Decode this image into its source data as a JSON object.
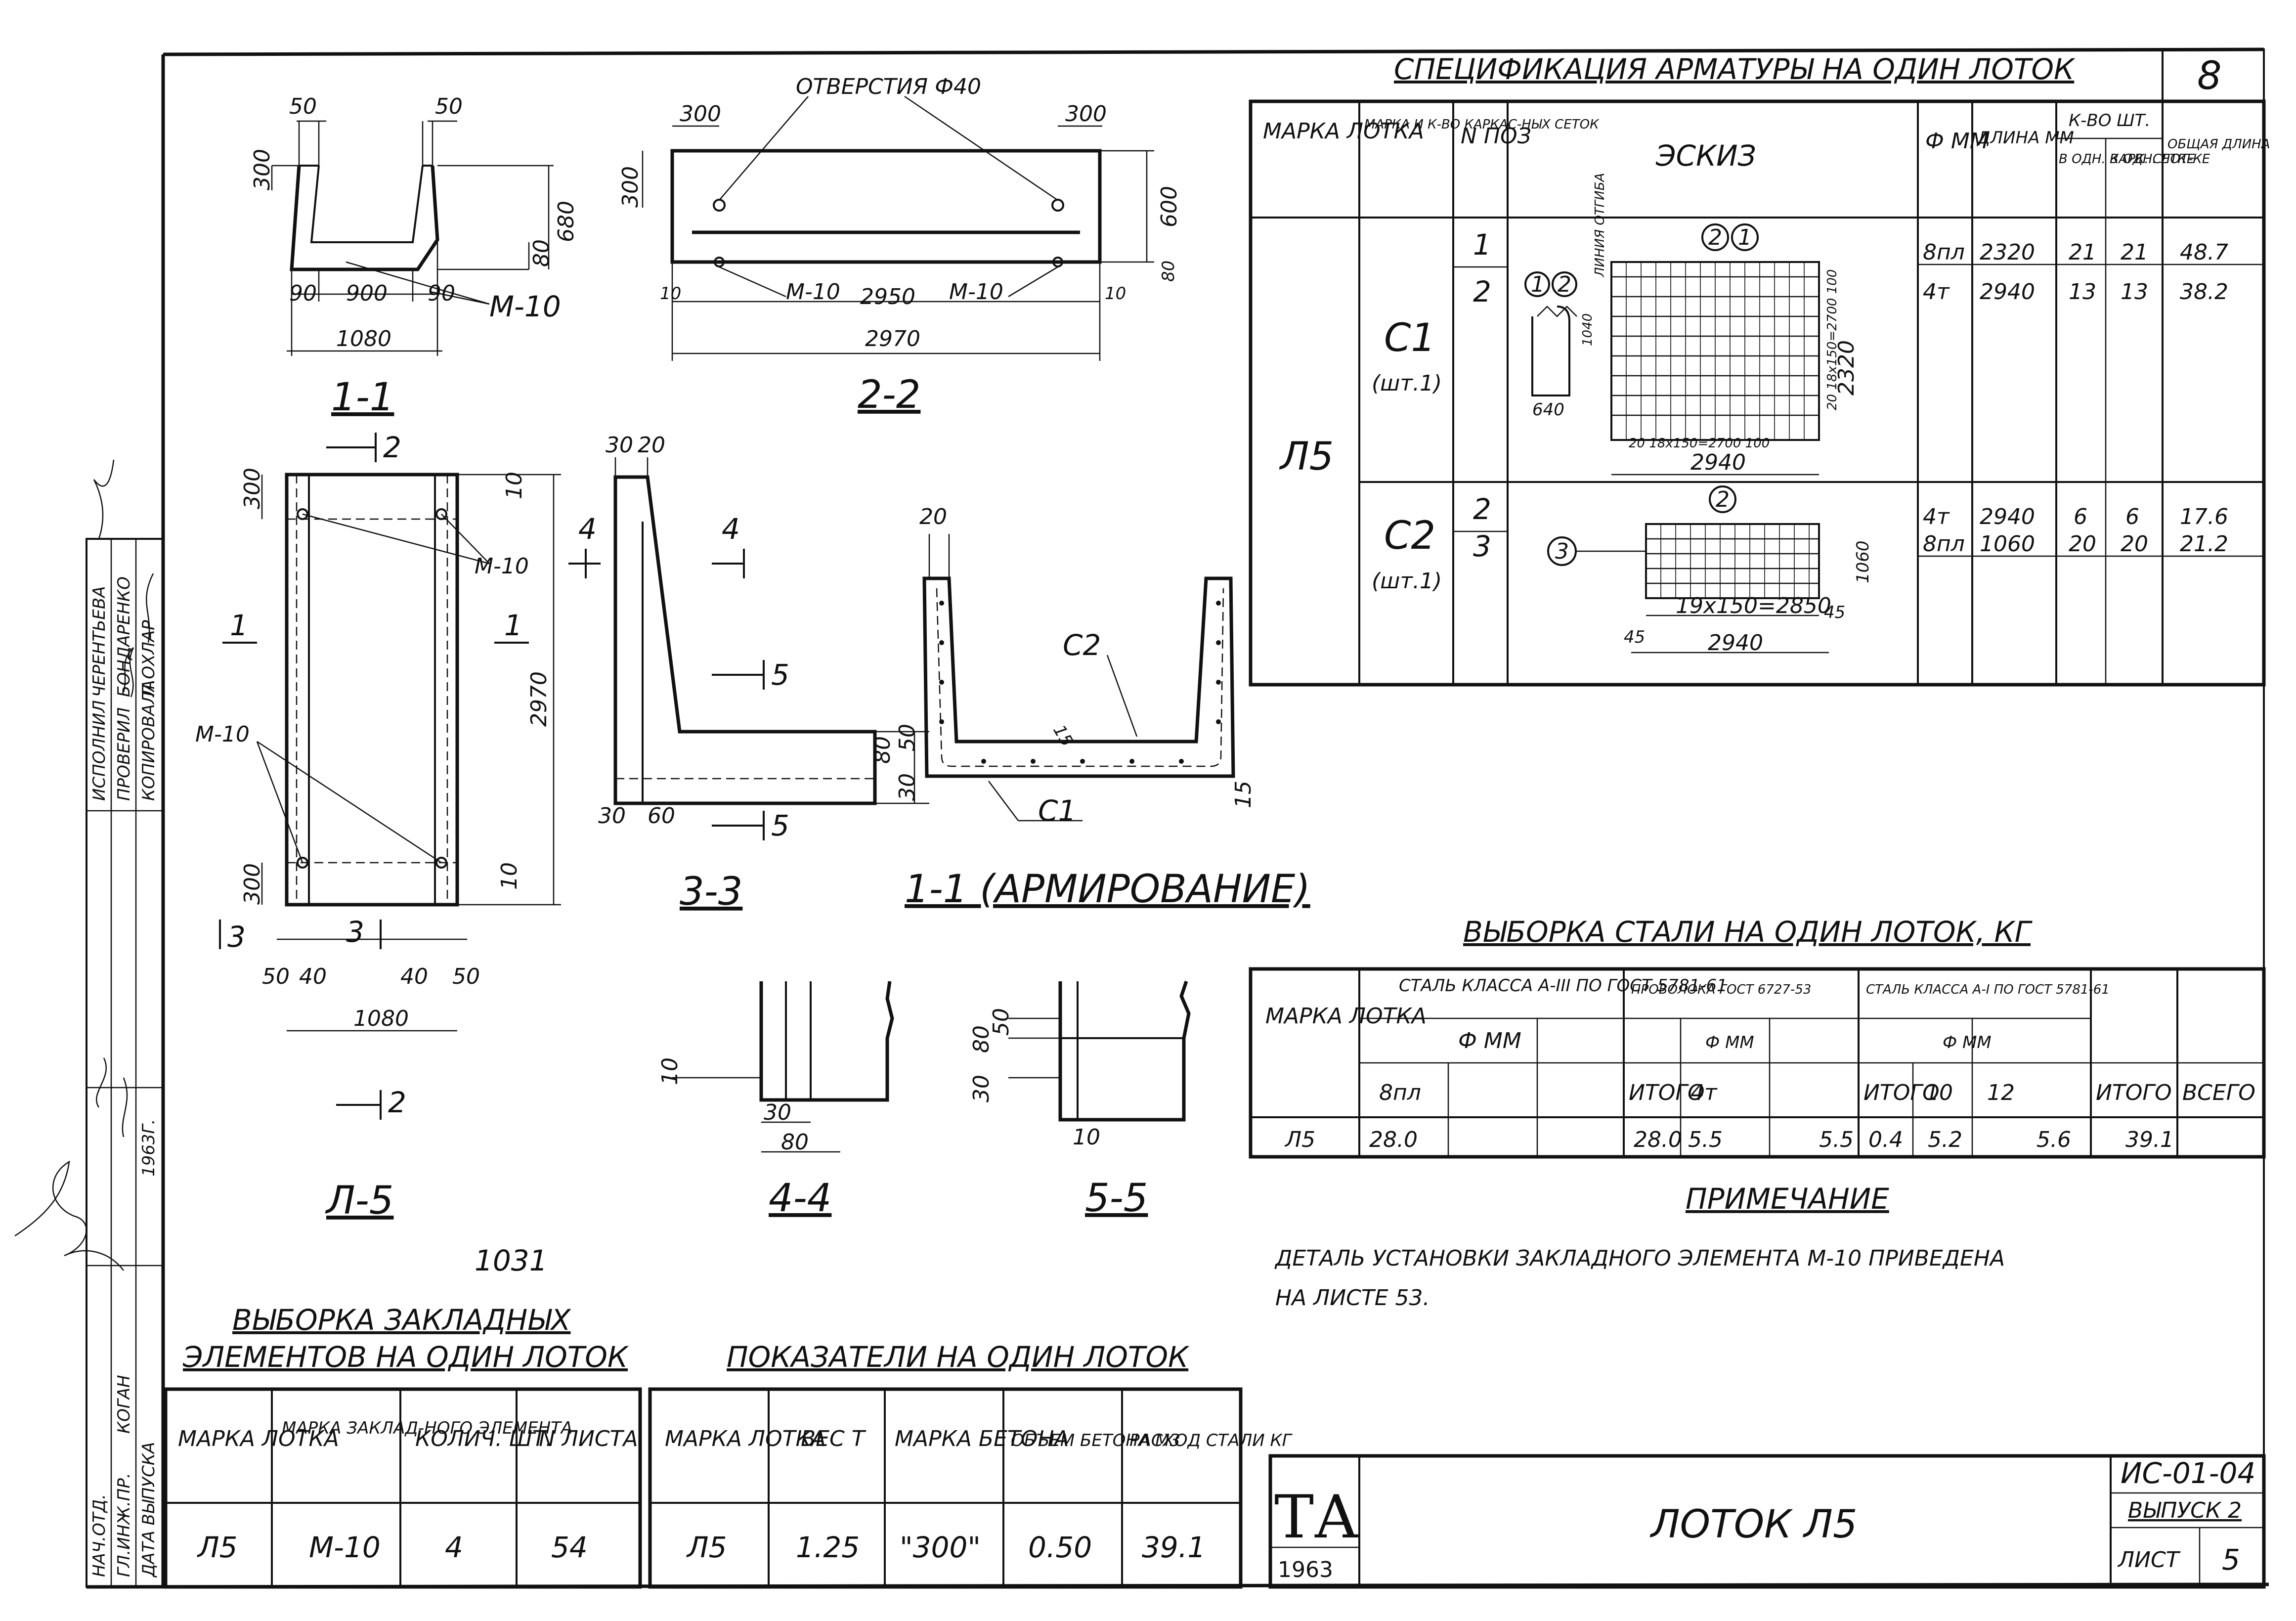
{
  "sheet": {
    "spec_title": "СПЕЦИФИКАЦИЯ АРМАТУРЫ НА ОДИН ЛОТОК",
    "sheet_no_corner": "8",
    "spec_headers": {
      "mark_tray": "МАРКА ЛОТКА",
      "mark_frame": "МАРКА И К-ВО КАРКАС-НЫХ СЕТОК",
      "pos": "N ПОЗ",
      "sketch": "ЭСКИЗ",
      "dia": "Ф ММ",
      "length": "ДЛИНА ММ",
      "qty_group": "К-ВО ШТ.",
      "qty_frame": "В ОДН. КАРК. СЕТКЕ",
      "qty_tray": "В ОДН. ЛОТ-КЕ",
      "total_length": "ОБЩАЯ ДЛИНА"
    },
    "spec_rows": [
      {
        "tray": "Л5",
        "frame": "С1",
        "frame_qty": "(шт.1)",
        "pos": "1",
        "dia": "8пл",
        "length": "2320",
        "qty_frame": "21",
        "qty_tray": "21",
        "total": "48.7"
      },
      {
        "tray": "",
        "frame": "",
        "frame_qty": "",
        "pos": "2",
        "dia": "4т",
        "length": "2940",
        "qty_frame": "13",
        "qty_tray": "13",
        "total": "38.2"
      },
      {
        "tray": "",
        "frame": "С2",
        "frame_qty": "(шт.1)",
        "pos": "2",
        "dia": "4т",
        "length": "2940",
        "qty_frame": "6",
        "qty_tray": "6",
        "total": "17.6"
      },
      {
        "tray": "",
        "frame": "",
        "frame_qty": "",
        "pos": "3",
        "dia": "8пл",
        "length": "1060",
        "qty_frame": "20",
        "qty_tray": "20",
        "total": "21.2"
      }
    ],
    "steel_title": "ВЫБОРКА СТАЛИ НА ОДИН ЛОТОК, КГ",
    "steel_headers": {
      "mark": "МАРКА ЛОТКА",
      "class3": "СТАЛЬ КЛАССА А-III ПО ГОСТ 5781-61",
      "class_wire": "ПРОВОЛОКА ГОСТ 6727-53",
      "class1": "СТАЛЬ КЛАССА А-I ПО ГОСТ 5781-61",
      "dia": "Ф ММ",
      "total": "ИТОГО",
      "grand": "ВСЕГО",
      "c_8pl": "8пл",
      "c_4t": "4т",
      "c_10": "10",
      "c_12": "12"
    },
    "steel_row": {
      "mark": "Л5",
      "a3_8pl": "28.0",
      "a3_total": "28.0",
      "w_4t": "5.5",
      "w_total": "5.5",
      "a1_10": "0.4",
      "a1_12": "5.2",
      "a1_total": "5.6",
      "grand": "39.1"
    },
    "note_title": "ПРИМЕЧАНИЕ",
    "note_line1": "ДЕТАЛЬ УСТАНОВКИ ЗАКЛАДНОГО ЭЛЕМЕНТА М-10 ПРИВЕДЕНА",
    "note_line2": "НА ЛИСТЕ 53.",
    "embed_title_1": "ВЫБОРКА ЗАКЛАДНЫХ",
    "embed_title_2": "ЭЛЕМЕНТОВ НА ОДИН ЛОТОК",
    "embed_headers": {
      "mark": "МАРКА ЛОТКА",
      "elem": "МАРКА ЗАКЛАД-НОГО ЭЛЕМЕНТА",
      "qty": "КОЛИЧ. ШТ.",
      "sheet": "N ЛИСТА"
    },
    "embed_row": {
      "mark": "Л5",
      "elem": "М-10",
      "qty": "4",
      "sheet": "54"
    },
    "ind_title": "ПОКАЗАТЕЛИ НА ОДИН ЛОТОК",
    "ind_headers": {
      "mark": "МАРКА ЛОТКА",
      "weight": "ВЕС Т",
      "concrete": "МАРКА БЕТОНА",
      "volume": "ОБЪЕМ БЕТОНА М3",
      "steel": "РАСХОД СТАЛИ КГ"
    },
    "ind_row": {
      "mark": "Л5",
      "weight": "1.25",
      "concrete": "\"300\"",
      "volume": "0.50",
      "steel": "39.1"
    },
    "stamp": {
      "logo": "ТА",
      "year": "1963",
      "name": "ЛОТОК Л5",
      "code": "ИС-01-04",
      "issue": "ВЫПУСК 2",
      "sheet_label": "ЛИСТ",
      "sheet_no": "5"
    },
    "left_stamp": {
      "r1": [
        "ИСПОЛНИЛ",
        "ЧЕРЕНТЬЕВА"
      ],
      "r2": [
        "ПРОВЕРИЛ",
        "БОНДАРЕНКО"
      ],
      "r3": [
        "КОПИРОВАЛА",
        "Л.ОХЛАР"
      ],
      "r4": [
        "НАЧ.ОТД.",
        "1963Г."
      ],
      "r5": [
        "ГЛ.ИНЖ.ПР.",
        "КОГАН"
      ],
      "r6": [
        "ДАТА ВЫПУСКА",
        ""
      ]
    },
    "page_number": "1031",
    "views": {
      "v11": "1-1",
      "v22": "2-2",
      "v33": "3-3",
      "v44": "4-4",
      "v55": "5-5",
      "vplan": "Л-5",
      "varm": "1-1 (АРМИРОВАНИЕ)"
    },
    "dims": {
      "holes": "ОТВЕРСТИЯ Ф40",
      "m10": "М-10",
      "c1": "С1",
      "c2": "С2",
      "d50": "50",
      "d300": "300",
      "d680": "680",
      "d600": "600",
      "d80": "80",
      "d90": "90",
      "d900": "900",
      "d1080": "1080",
      "d2950": "2950",
      "d2970": "2970",
      "d10": "10",
      "d30": "30",
      "d20": "20",
      "d60": "60",
      "d40": "40",
      "d15": "15",
      "sk_640": "640",
      "sk_2940": "2940",
      "sk_2320": "2320",
      "sk_1040": "1040",
      "sk_1060": "1060",
      "sk_pitch1": "20 18х150=2700 100",
      "sk_pitch2": "19х150=2850",
      "sk_45": "45",
      "sk_weld": "ЛИНИЯ ОТГИБА",
      "sec1": "1",
      "sec2": "2",
      "sec3": "3",
      "sec4": "4",
      "sec5": "5"
    }
  }
}
